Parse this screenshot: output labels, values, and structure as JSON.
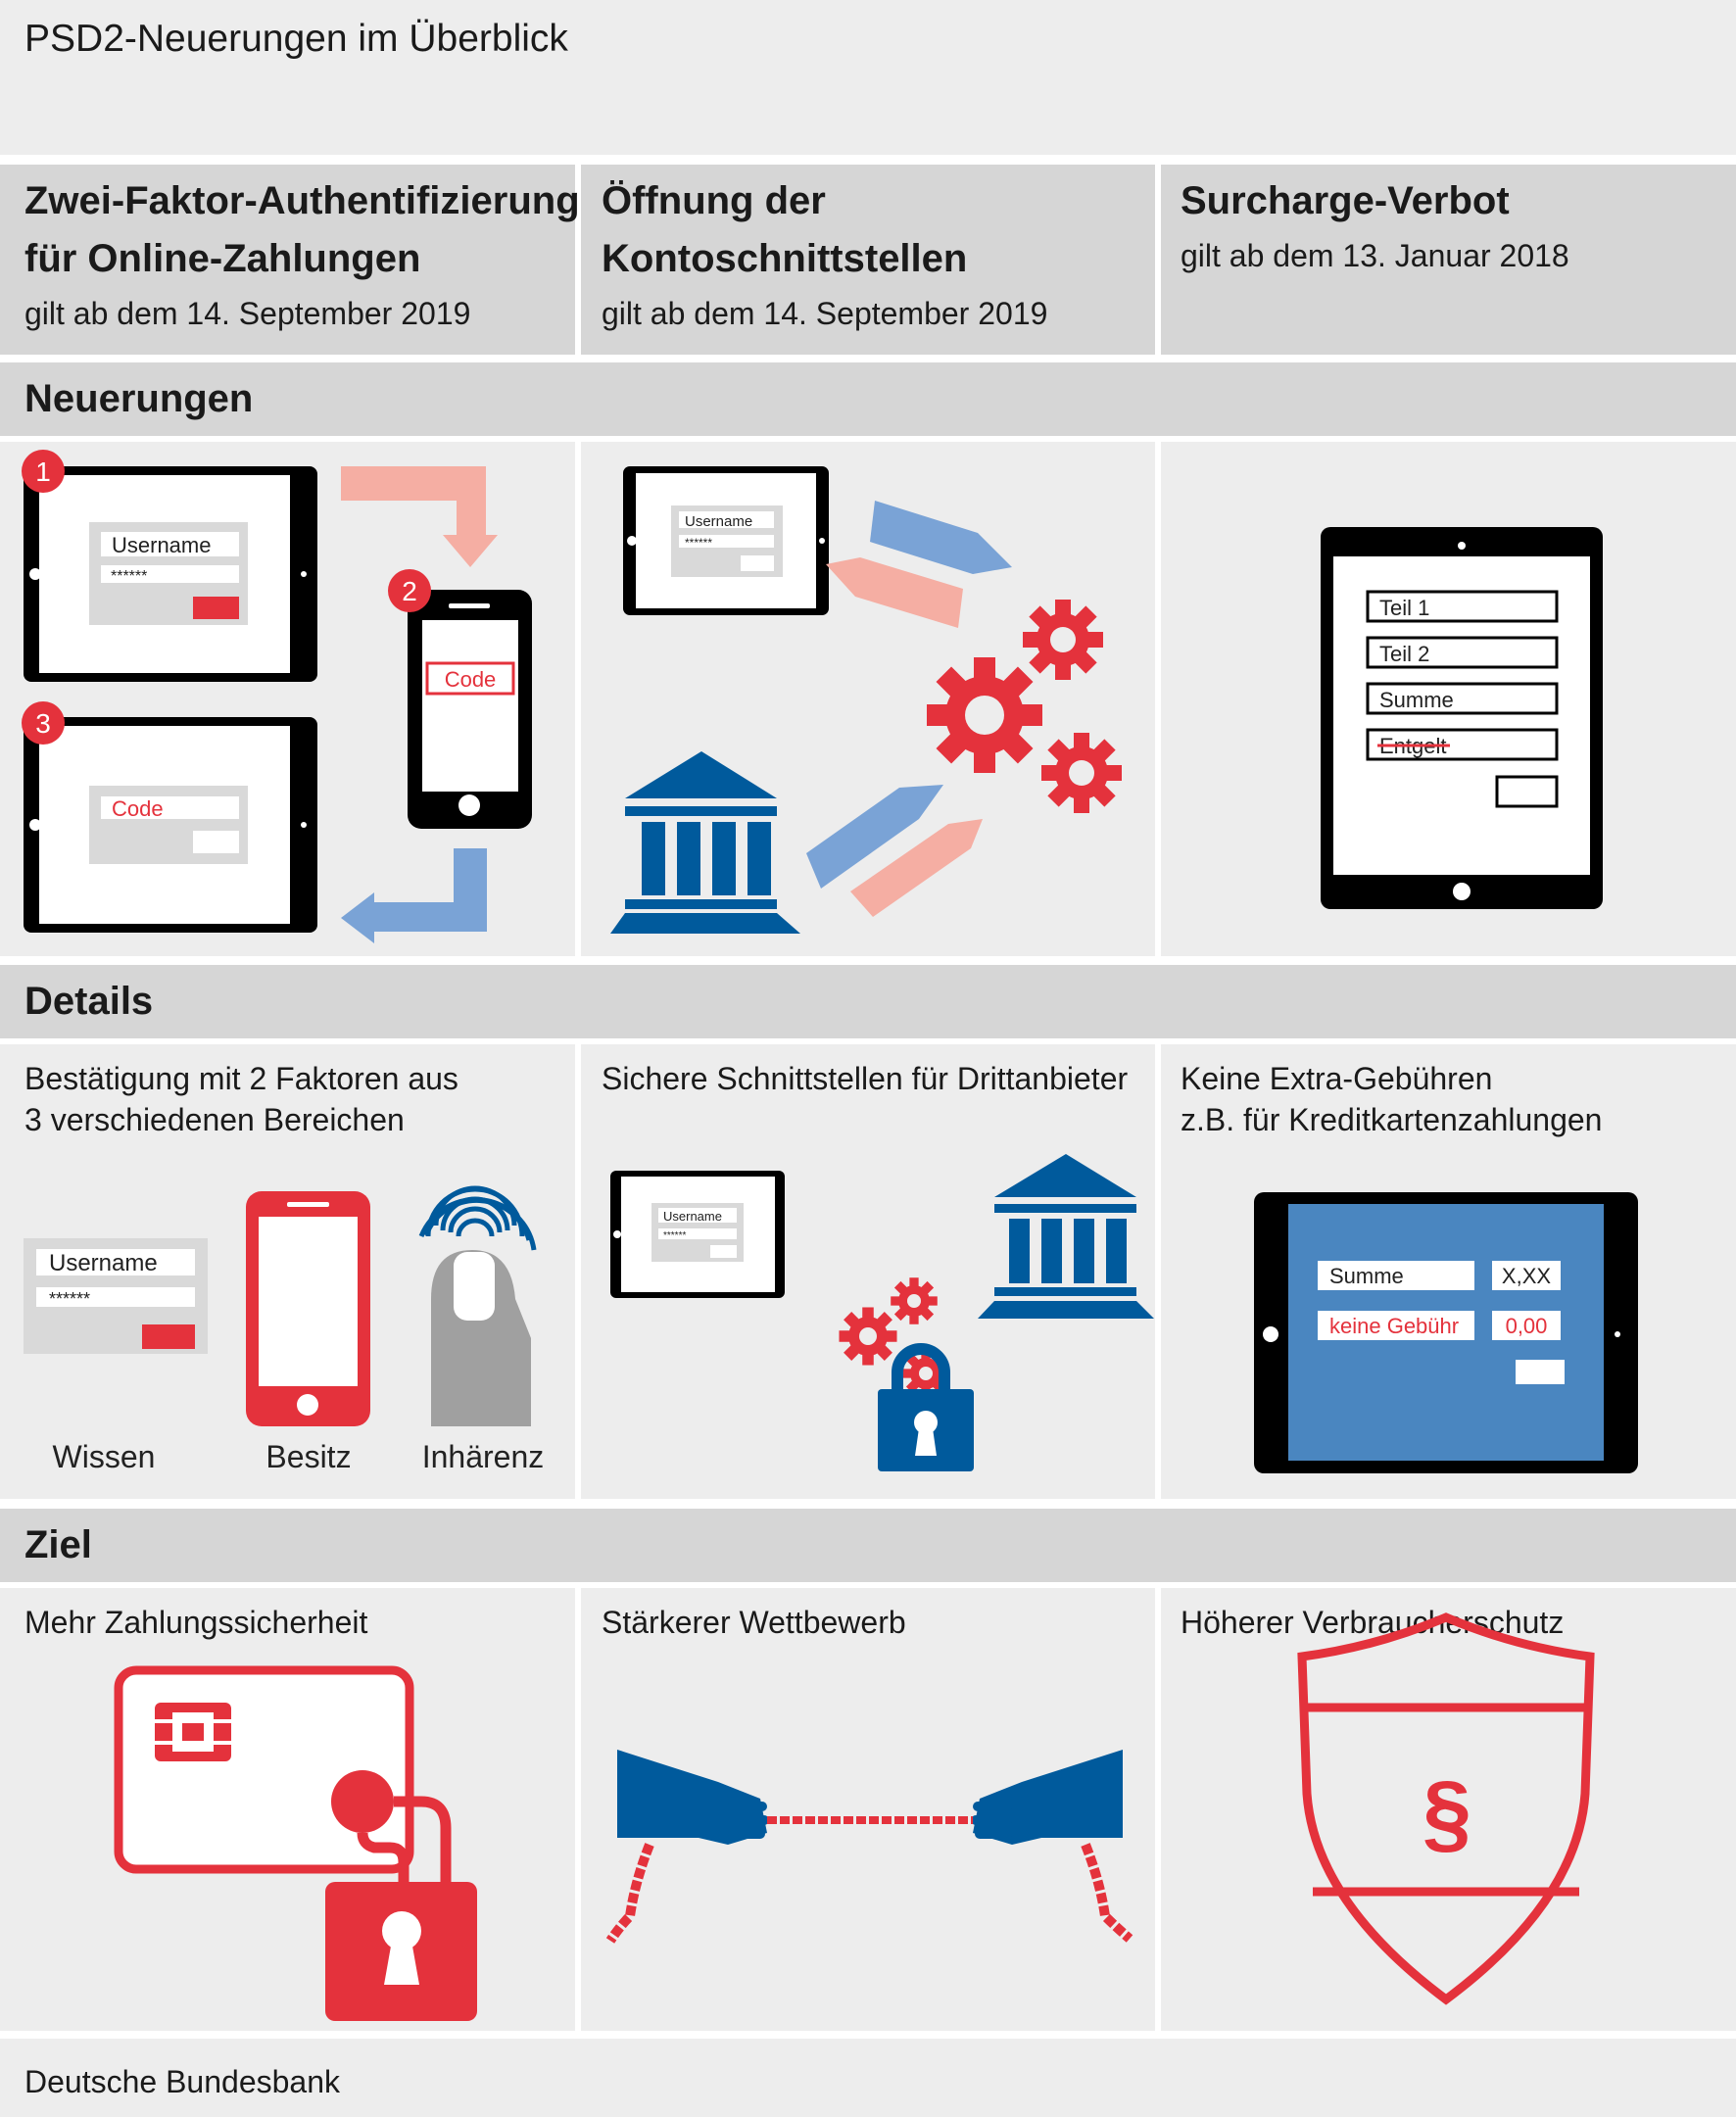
{
  "title": "PSD2-Neuerungen im Überblick",
  "columns": [
    {
      "title_line1": "Zwei-Faktor-Authentifizierung",
      "title_line2": "für Online-Zahlungen",
      "date": "gilt ab dem 14. September 2019"
    },
    {
      "title_line1": "Öffnung der",
      "title_line2": "Kontoschnittstellen",
      "date": "gilt ab dem 14. September 2019"
    },
    {
      "title_line1": "Surcharge-Verbot",
      "title_line2": "",
      "date": "gilt ab dem 13. Januar 2018"
    }
  ],
  "sections": {
    "neuerungen": "Neuerungen",
    "details": "Details",
    "ziel": "Ziel"
  },
  "neuerungen": {
    "col1": {
      "step1": "1",
      "step2": "2",
      "step3": "3",
      "username": "Username",
      "password": "******",
      "code": "Code"
    },
    "col2": {
      "username": "Username",
      "password": "******"
    },
    "col3": {
      "field1": "Teil 1",
      "field2": "Teil 2",
      "field3": "Summe",
      "field4": "Entgelt"
    }
  },
  "details": {
    "col1_line1": "Bestätigung mit 2 Faktoren aus",
    "col1_line2": "3 verschiedenen Bereichen",
    "col1_username": "Username",
    "col1_password": "******",
    "factors": [
      "Wissen",
      "Besitz",
      "Inhärenz"
    ],
    "col2_text": "Sichere Schnittstellen für Drittanbieter",
    "col2_username": "Username",
    "col2_password": "******",
    "col3_line1": "Keine Extra-Gebühren",
    "col3_line2": "z.B. für Kreditkartenzahlungen",
    "col3_row1_label": "Summe",
    "col3_row1_value": "X,XX",
    "col3_row2_label": "keine Gebühr",
    "col3_row2_value": "0,00"
  },
  "ziel": {
    "col1": "Mehr Zahlungssicherheit",
    "col2": "Stärkerer Wettbewerb",
    "col3": "Höherer Verbraucherschutz",
    "shield_symbol": "§"
  },
  "footer": "Deutsche Bundesbank",
  "colors": {
    "red": "#e4323c",
    "blue": "#005a9c",
    "light_blue": "#7aa3d6",
    "salmon": "#f5aea3",
    "screen_blue": "#4a86c0",
    "gray_panel": "#ededed",
    "gray_header": "#d6d6d6"
  }
}
